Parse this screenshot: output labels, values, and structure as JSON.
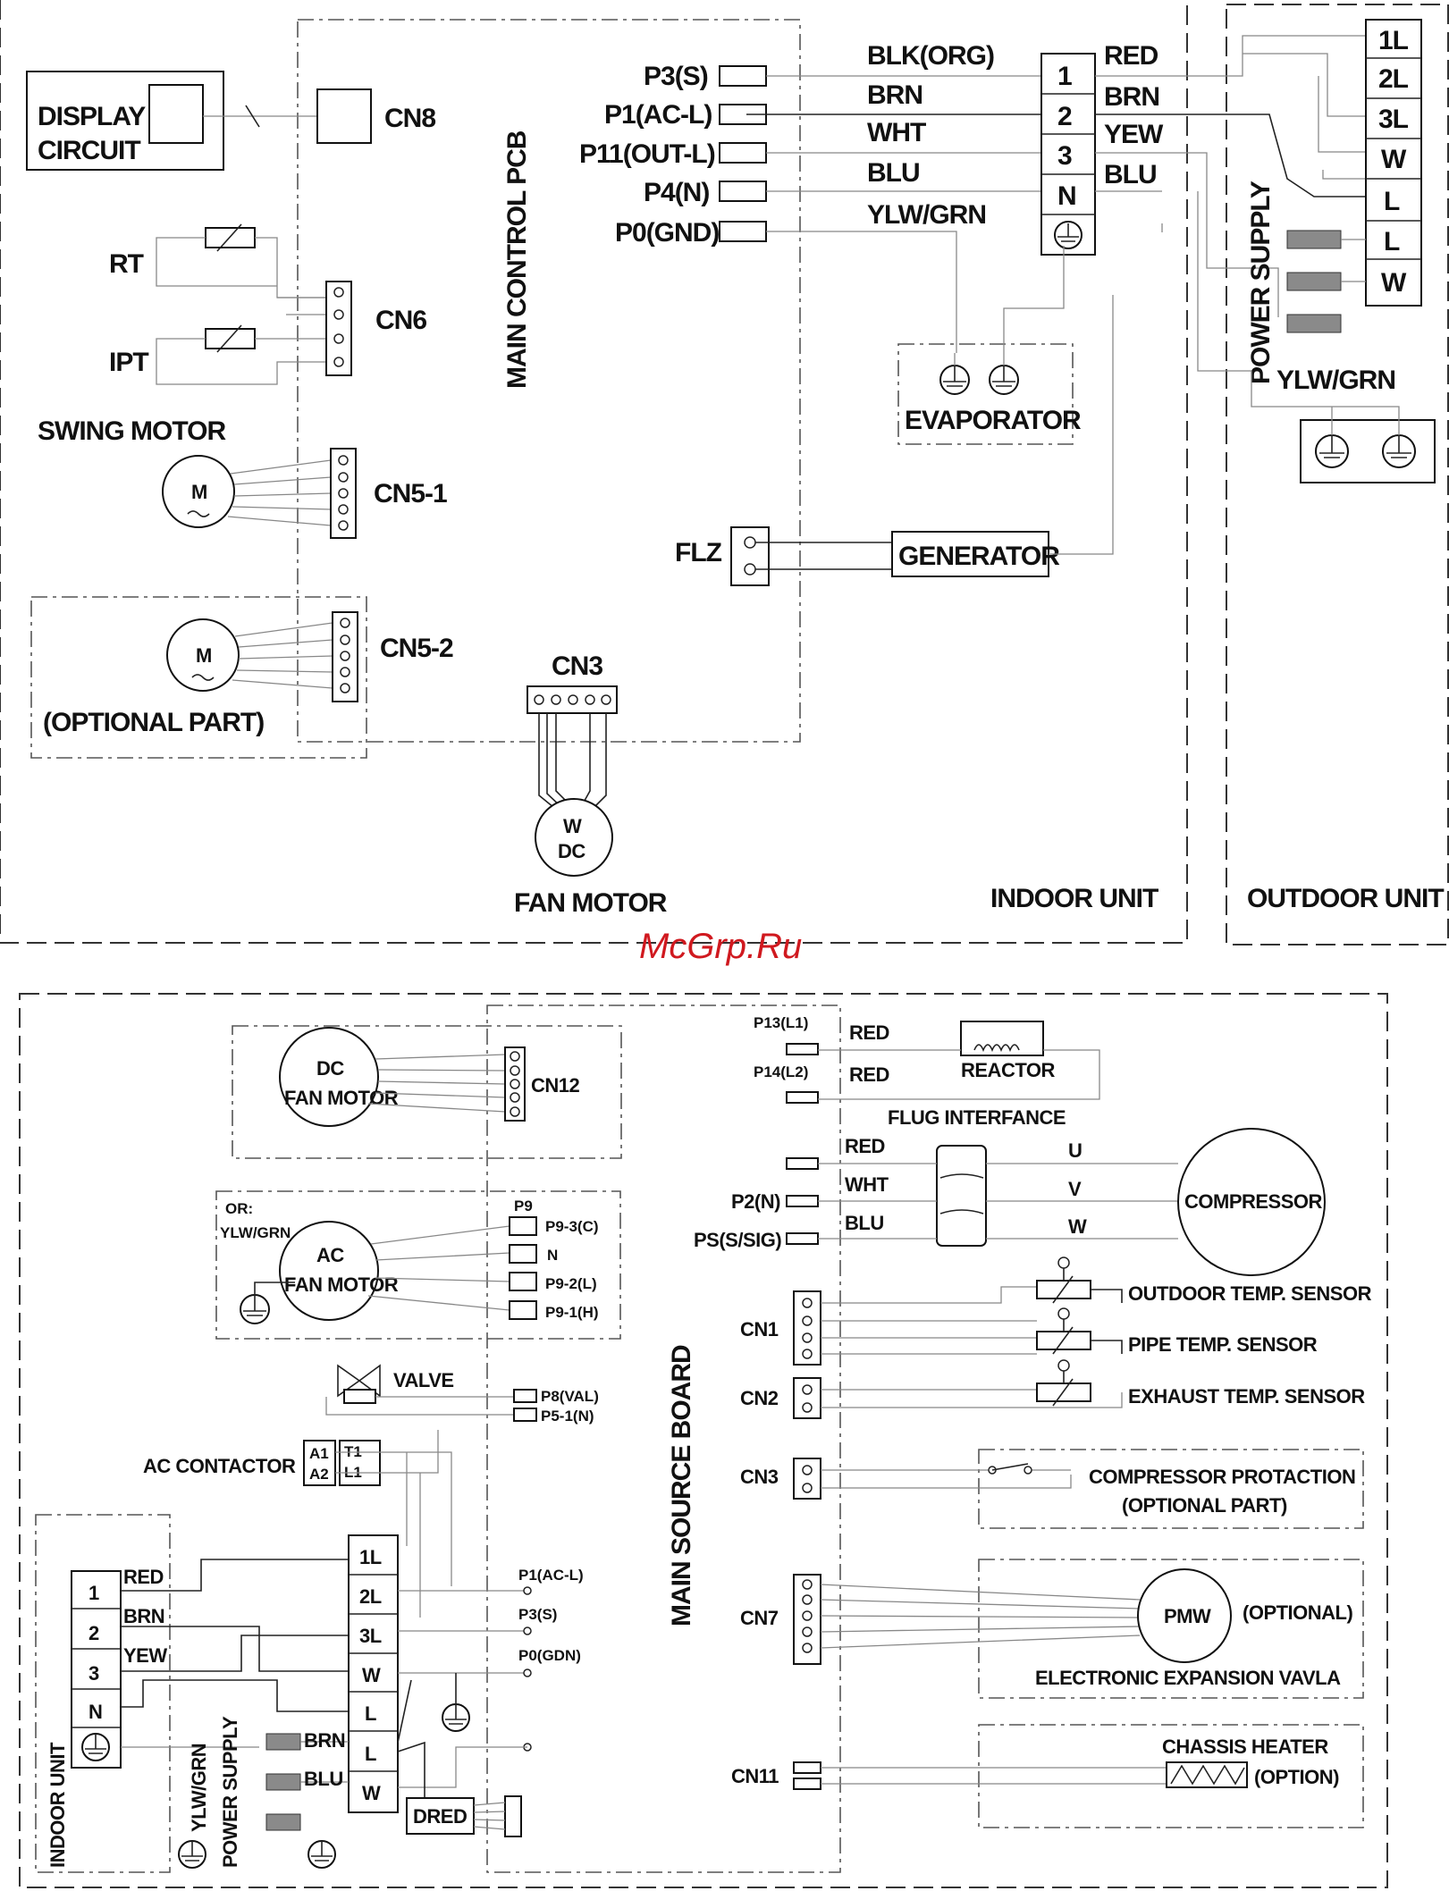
{
  "watermark": "McGrp.Ru",
  "indoor": {
    "display_circuit": [
      "DISPLAY",
      "CIRCUIT"
    ],
    "cn8": "CN8",
    "rt": "RT",
    "ipt": "IPT",
    "cn6": "CN6",
    "swing_motor": "SWING MOTOR",
    "motor_m": "M",
    "cn5_1": "CN5-1",
    "cn5_2": "CN5-2",
    "optional_part": "(OPTIONAL PART)",
    "main_control_pcb": "MAIN CONTROL PCB",
    "cn3": "CN3",
    "fan_motor_w": "W",
    "fan_motor_dc": "DC",
    "fan_motor": "FAN MOTOR",
    "indoor_unit": "INDOOR UNIT",
    "ports": [
      "P3(S)",
      "P1(AC-L)",
      "P11(OUT-L)",
      "P4(N)",
      "P0(GND)"
    ],
    "wires_left": [
      "BLK(ORG)",
      "BRN",
      "WHT",
      "BLU",
      "YLW/GRN"
    ],
    "terminal": [
      "1",
      "2",
      "3",
      "N"
    ],
    "wires_right": [
      "RED",
      "BRN",
      "YEW",
      "BLU"
    ],
    "evaporator": "EVAPORATOR",
    "flz": "FLZ",
    "generator": "GENERATOR"
  },
  "outdoor_top": {
    "terminal": [
      "1L",
      "2L",
      "3L",
      "W",
      "L",
      "L",
      "W"
    ],
    "power_supply": "POWER SUPPLY",
    "ylw_grn": "YLW/GRN",
    "outdoor_unit": "OUTDOOR UNIT"
  },
  "outdoor": {
    "dc_fan_motor": [
      "DC",
      "FAN MOTOR"
    ],
    "cn12": "CN12",
    "or_label": "OR:",
    "ylw_grn": "YLW/GRN",
    "ac_fan_motor": [
      "AC",
      "FAN MOTOR"
    ],
    "p9": "P9",
    "p9_pins": [
      "P9-3(C)",
      "N",
      "P9-2(L)",
      "P9-1(H)"
    ],
    "valve": "VALVE",
    "p8": "P8(VAL)",
    "p5": "P5-1(N)",
    "ac_contactor": "AC CONTACTOR",
    "a1": "A1",
    "a2": "A2",
    "t1": "T1",
    "l1": "L1",
    "main_source_board": "MAIN SOURCE BOARD",
    "p13": "P13(L1)",
    "p14": "P14(L2)",
    "red1": "RED",
    "red2": "RED",
    "reactor": "REACTOR",
    "plug_interface": "FLUG INTERFANCE",
    "uvw_wires": [
      "RED",
      "WHT",
      "BLU"
    ],
    "p2": "P2(N)",
    "ps": "PS(S/SIG)",
    "uvw": [
      "U",
      "V",
      "W"
    ],
    "compressor": "COMPRESSOR",
    "cn1": "CN1",
    "cn2": "CN2",
    "cn3": "CN3",
    "cn7": "CN7",
    "cn11": "CN11",
    "sensors": [
      "OUTDOOR TEMP. SENSOR",
      "PIPE TEMP. SENSOR",
      "EXHAUST TEMP. SENSOR"
    ],
    "comp_protection": [
      "COMPRESSOR PROTACTION",
      "(OPTIONAL PART)"
    ],
    "pmw": "PMW",
    "optional": "(OPTIONAL)",
    "eev": "ELECTRONIC EXPANSION VAVLA",
    "chassis_heater": "CHASSIS HEATER",
    "option": "(OPTION)",
    "terminal_right": [
      "1L",
      "2L",
      "3L",
      "W",
      "L",
      "L",
      "W"
    ],
    "p1": "P1(AC-L)",
    "p3": "P3(S)",
    "p0": "P0(GDN)",
    "indoor_terminal": [
      "1",
      "2",
      "3",
      "N"
    ],
    "indoor_wires": [
      "RED",
      "BRN",
      "YEW"
    ],
    "brn": "BRN",
    "blu": "BLU",
    "ylw_grn_vert": "YLW/GRN",
    "power_supply": "POWER SUPPLY",
    "indoor_unit": "INDOOR UNIT",
    "dred": "DRED"
  }
}
